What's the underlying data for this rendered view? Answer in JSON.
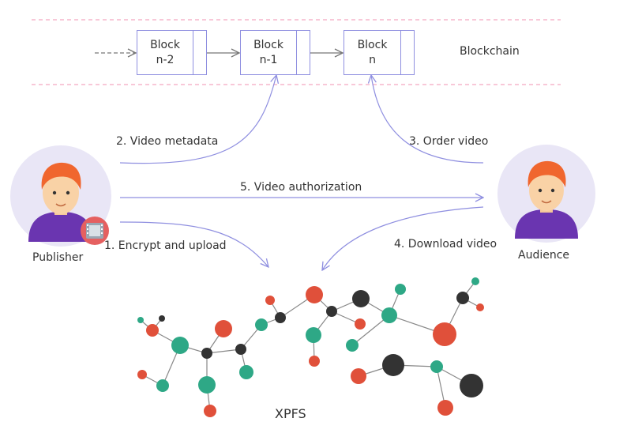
{
  "blockchain": {
    "label": "Blockchain",
    "blocks": [
      {
        "line1": "Block",
        "line2": "n-2"
      },
      {
        "line1": "Block",
        "line2": "n-1"
      },
      {
        "line1": "Block",
        "line2": "n"
      }
    ]
  },
  "actors": {
    "publisher": "Publisher",
    "audience": "Audience"
  },
  "flows": {
    "step1": "1. Encrypt and upload",
    "step2": "2. Video metadata",
    "step3": "3. Order video",
    "step4": "4.  Download video",
    "step5": "5. Video authorization"
  },
  "storage": {
    "label": "XPFS"
  },
  "colors": {
    "arrow": "#8f8fe0",
    "dashed_line": "#f4a8c0",
    "avatar_bg": "#e9e6f6",
    "teal": "#2ea886",
    "red": "#e0503a",
    "dark": "#333333"
  }
}
